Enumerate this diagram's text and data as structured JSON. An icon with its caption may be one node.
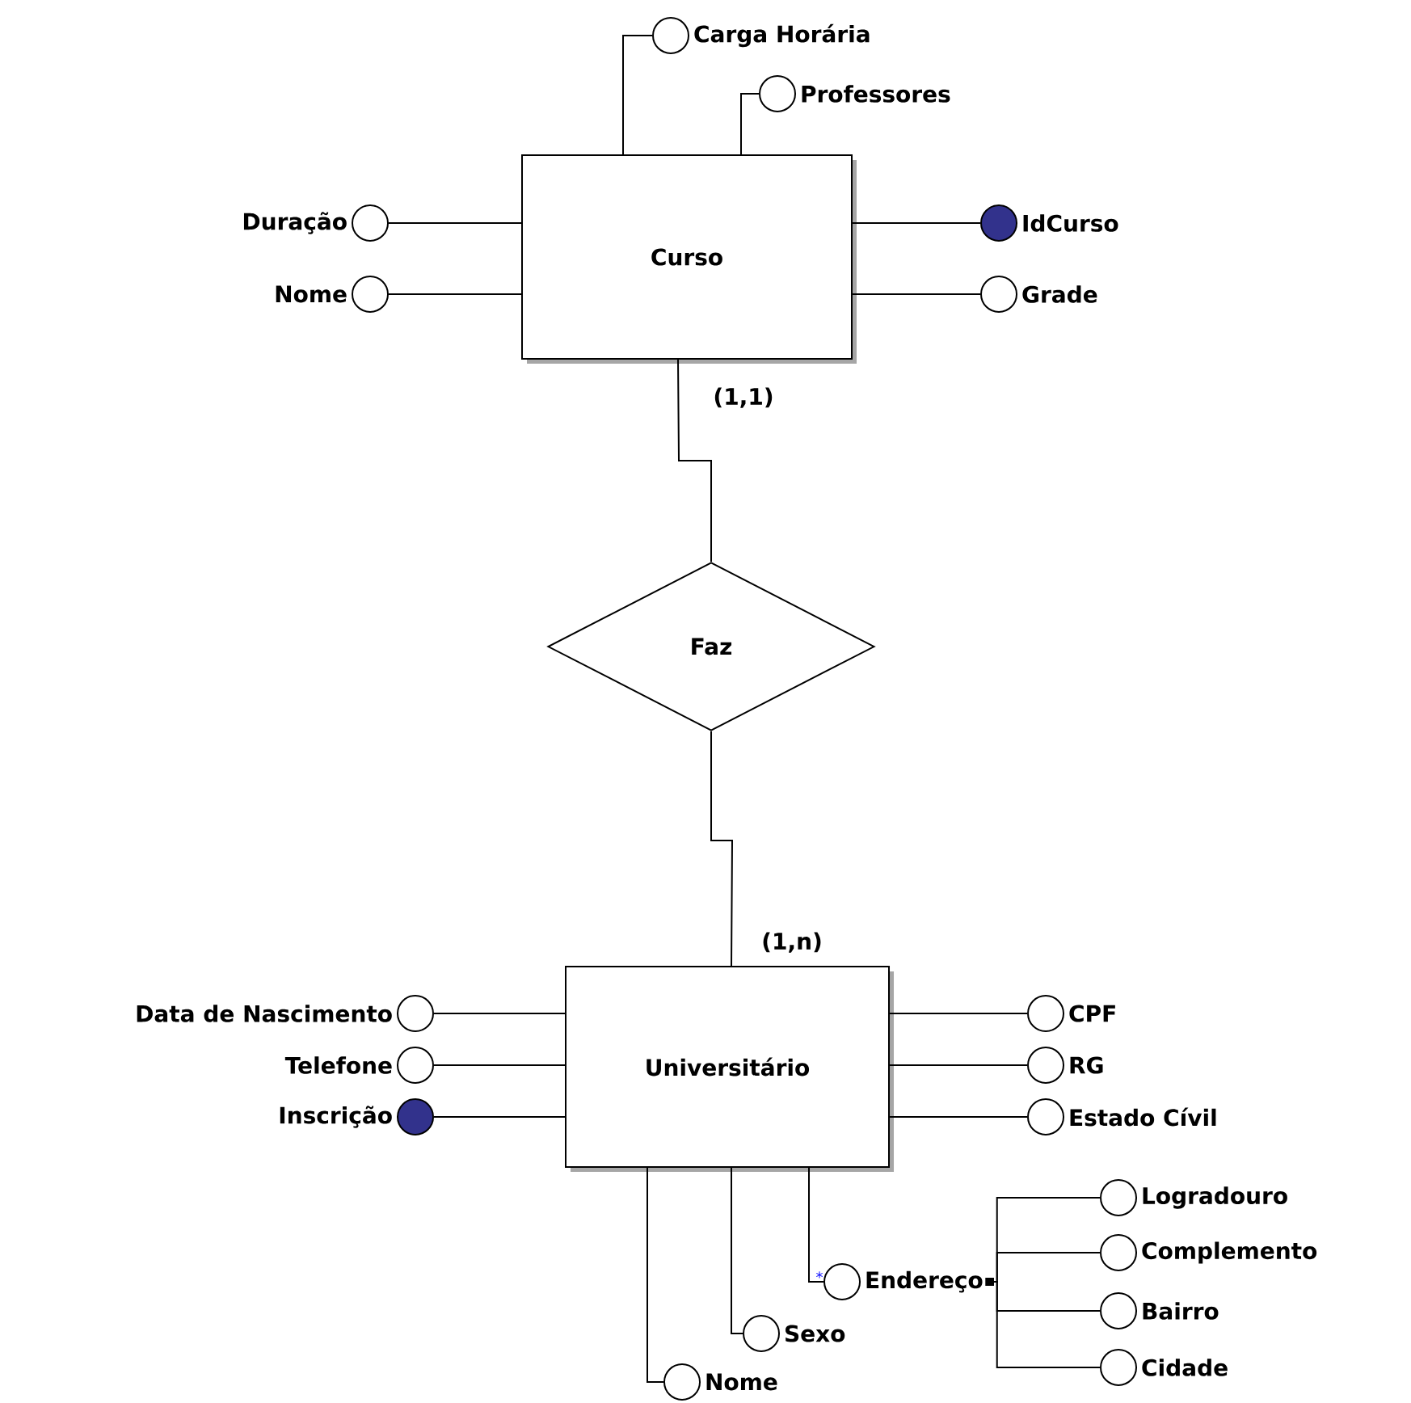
{
  "diagram": {
    "nodes": [
      {
        "text": [
          "Curso"
        ]
      },
      {
        "text": [
          "Faz"
        ]
      },
      {
        "text": [
          "Universitário"
        ]
      },
      {
        "text": [],
        "shape": "circle",
        "beside": [
          "Carga Horária"
        ]
      },
      {
        "text": [],
        "shape": "circle",
        "beside": [
          "Professores"
        ]
      },
      {
        "text": [],
        "shape": "circle",
        "beside": [
          "Duração"
        ]
      },
      {
        "text": [],
        "shape": "circle",
        "beside": [
          "Nome"
        ]
      },
      {
        "text": [],
        "shape": "dot",
        "beside": [
          "IdCurso"
        ]
      },
      {
        "text": [],
        "shape": "circle",
        "beside": [
          "Grade"
        ]
      },
      {
        "text": [],
        "shape": "circle",
        "beside": [
          "Data de Nascimento"
        ]
      },
      {
        "text": [],
        "shape": "circle",
        "beside": [
          "Telefone"
        ]
      },
      {
        "text": [],
        "shape": "dot",
        "beside": [
          "Inscrição"
        ]
      },
      {
        "text": [],
        "shape": "circle",
        "beside": [
          "CPF"
        ]
      },
      {
        "text": [],
        "shape": "circle",
        "beside": [
          "RG"
        ]
      },
      {
        "text": [],
        "shape": "circle",
        "beside": [
          "Estado Cívil"
        ]
      },
      {
        "text": [],
        "shape": "circle",
        "beside": [
          "Endereço"
        ]
      },
      {
        "text": [],
        "shape": "circle",
        "beside": [
          "Sexo"
        ]
      },
      {
        "text": [],
        "shape": "circle",
        "beside": [
          "Nome"
        ]
      },
      {
        "text": [],
        "shape": "circle",
        "beside": [
          "Logradouro"
        ]
      },
      {
        "text": [],
        "shape": "circle",
        "beside": [
          "Complemento"
        ]
      },
      {
        "text": [],
        "shape": "circle",
        "beside": [
          "Bairro"
        ]
      },
      {
        "text": [],
        "shape": "circle",
        "beside": [
          "Cidade"
        ]
      }
    ],
    "edges": [
      {
        "from": 0,
        "to": 1,
        "arrow": "none",
        "label": "(1,1)"
      },
      {
        "from": 1,
        "to": 2,
        "arrow": "none",
        "label": "(1,n)"
      },
      {
        "from": 0,
        "to": 3,
        "arrow": "none"
      },
      {
        "from": 0,
        "to": 4,
        "arrow": "none"
      },
      {
        "from": 0,
        "to": 5,
        "arrow": "none"
      },
      {
        "from": 0,
        "to": 6,
        "arrow": "none"
      },
      {
        "from": 0,
        "to": 7,
        "arrow": "none"
      },
      {
        "from": 0,
        "to": 8,
        "arrow": "none"
      },
      {
        "from": 2,
        "to": 9,
        "arrow": "none"
      },
      {
        "from": 2,
        "to": 10,
        "arrow": "none"
      },
      {
        "from": 2,
        "to": 11,
        "arrow": "none"
      },
      {
        "from": 2,
        "to": 12,
        "arrow": "none"
      },
      {
        "from": 2,
        "to": 13,
        "arrow": "none"
      },
      {
        "from": 2,
        "to": 14,
        "arrow": "none"
      },
      {
        "from": 2,
        "to": 15,
        "arrow": "none"
      },
      {
        "from": 2,
        "to": 16,
        "arrow": "none"
      },
      {
        "from": 2,
        "to": 17,
        "arrow": "none"
      },
      {
        "from": 15,
        "to": 18,
        "arrow": "other"
      },
      {
        "from": 15,
        "to": 19,
        "arrow": "other"
      },
      {
        "from": 15,
        "to": 20,
        "arrow": "other"
      },
      {
        "from": 15,
        "to": 21,
        "arrow": "other"
      }
    ],
    "labels": [
      "*"
    ]
  }
}
